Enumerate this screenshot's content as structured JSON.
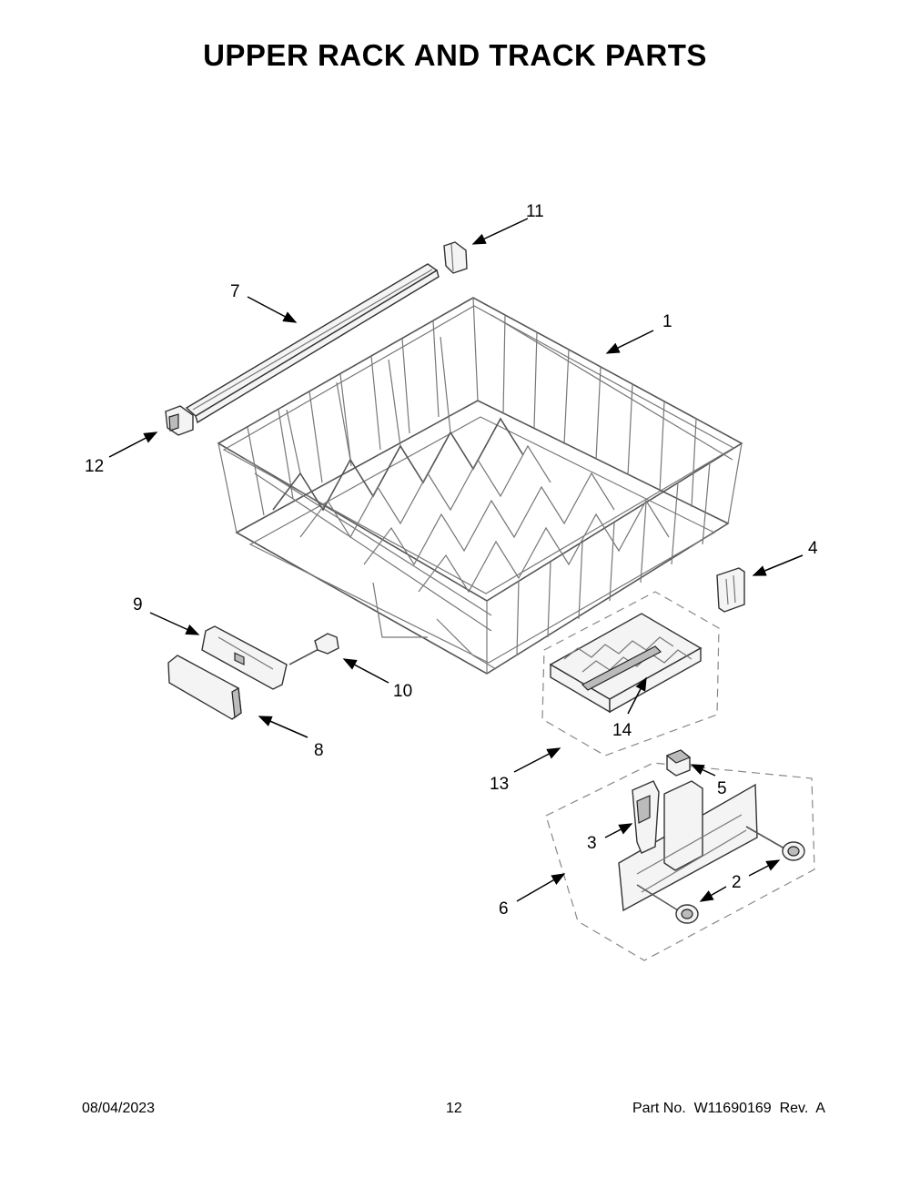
{
  "title": "UPPER RACK AND TRACK PARTS",
  "callouts": [
    {
      "id": "1",
      "label": "1"
    },
    {
      "id": "2",
      "label": "2"
    },
    {
      "id": "3",
      "label": "3"
    },
    {
      "id": "4",
      "label": "4"
    },
    {
      "id": "5",
      "label": "5"
    },
    {
      "id": "6",
      "label": "6"
    },
    {
      "id": "7",
      "label": "7"
    },
    {
      "id": "8",
      "label": "8"
    },
    {
      "id": "9",
      "label": "9"
    },
    {
      "id": "10",
      "label": "10"
    },
    {
      "id": "11",
      "label": "11"
    },
    {
      "id": "12",
      "label": "12"
    },
    {
      "id": "13",
      "label": "13"
    },
    {
      "id": "14",
      "label": "14"
    }
  ],
  "footer": {
    "date": "08/04/2023",
    "page": "12",
    "part_no": "Part No.  W11690169  Rev.  A"
  }
}
